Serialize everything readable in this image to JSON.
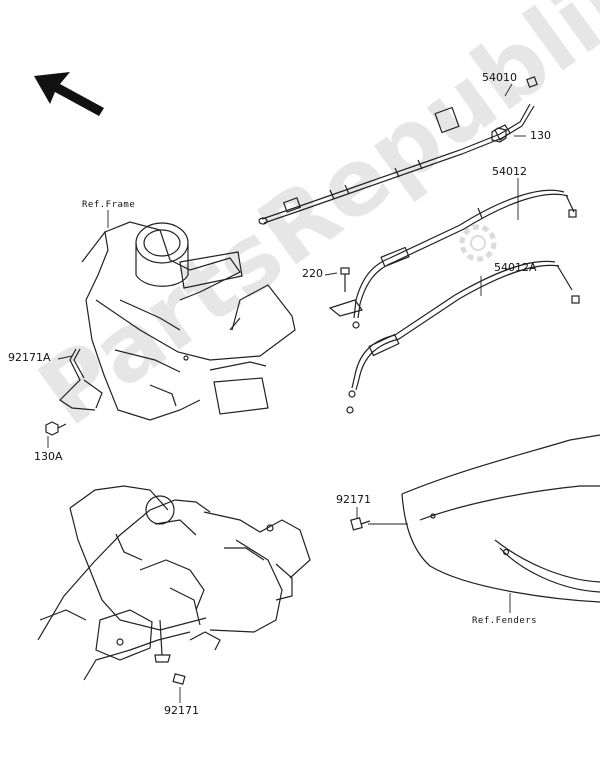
{
  "diagram": {
    "watermark": "PartsRepublik",
    "callouts": {
      "p54010": "54010",
      "p130": "130",
      "p54012": "54012",
      "p220": "220",
      "p54012A": "54012A",
      "p92171A": "92171A",
      "p130A": "130A",
      "p92171_fender": "92171",
      "p92171_bottom": "92171"
    },
    "refs": {
      "frame": "Ref.Frame",
      "fenders": "Ref.Fenders"
    },
    "icons": [
      "front-direction-arrow-icon",
      "gear-watermark-icon"
    ]
  }
}
